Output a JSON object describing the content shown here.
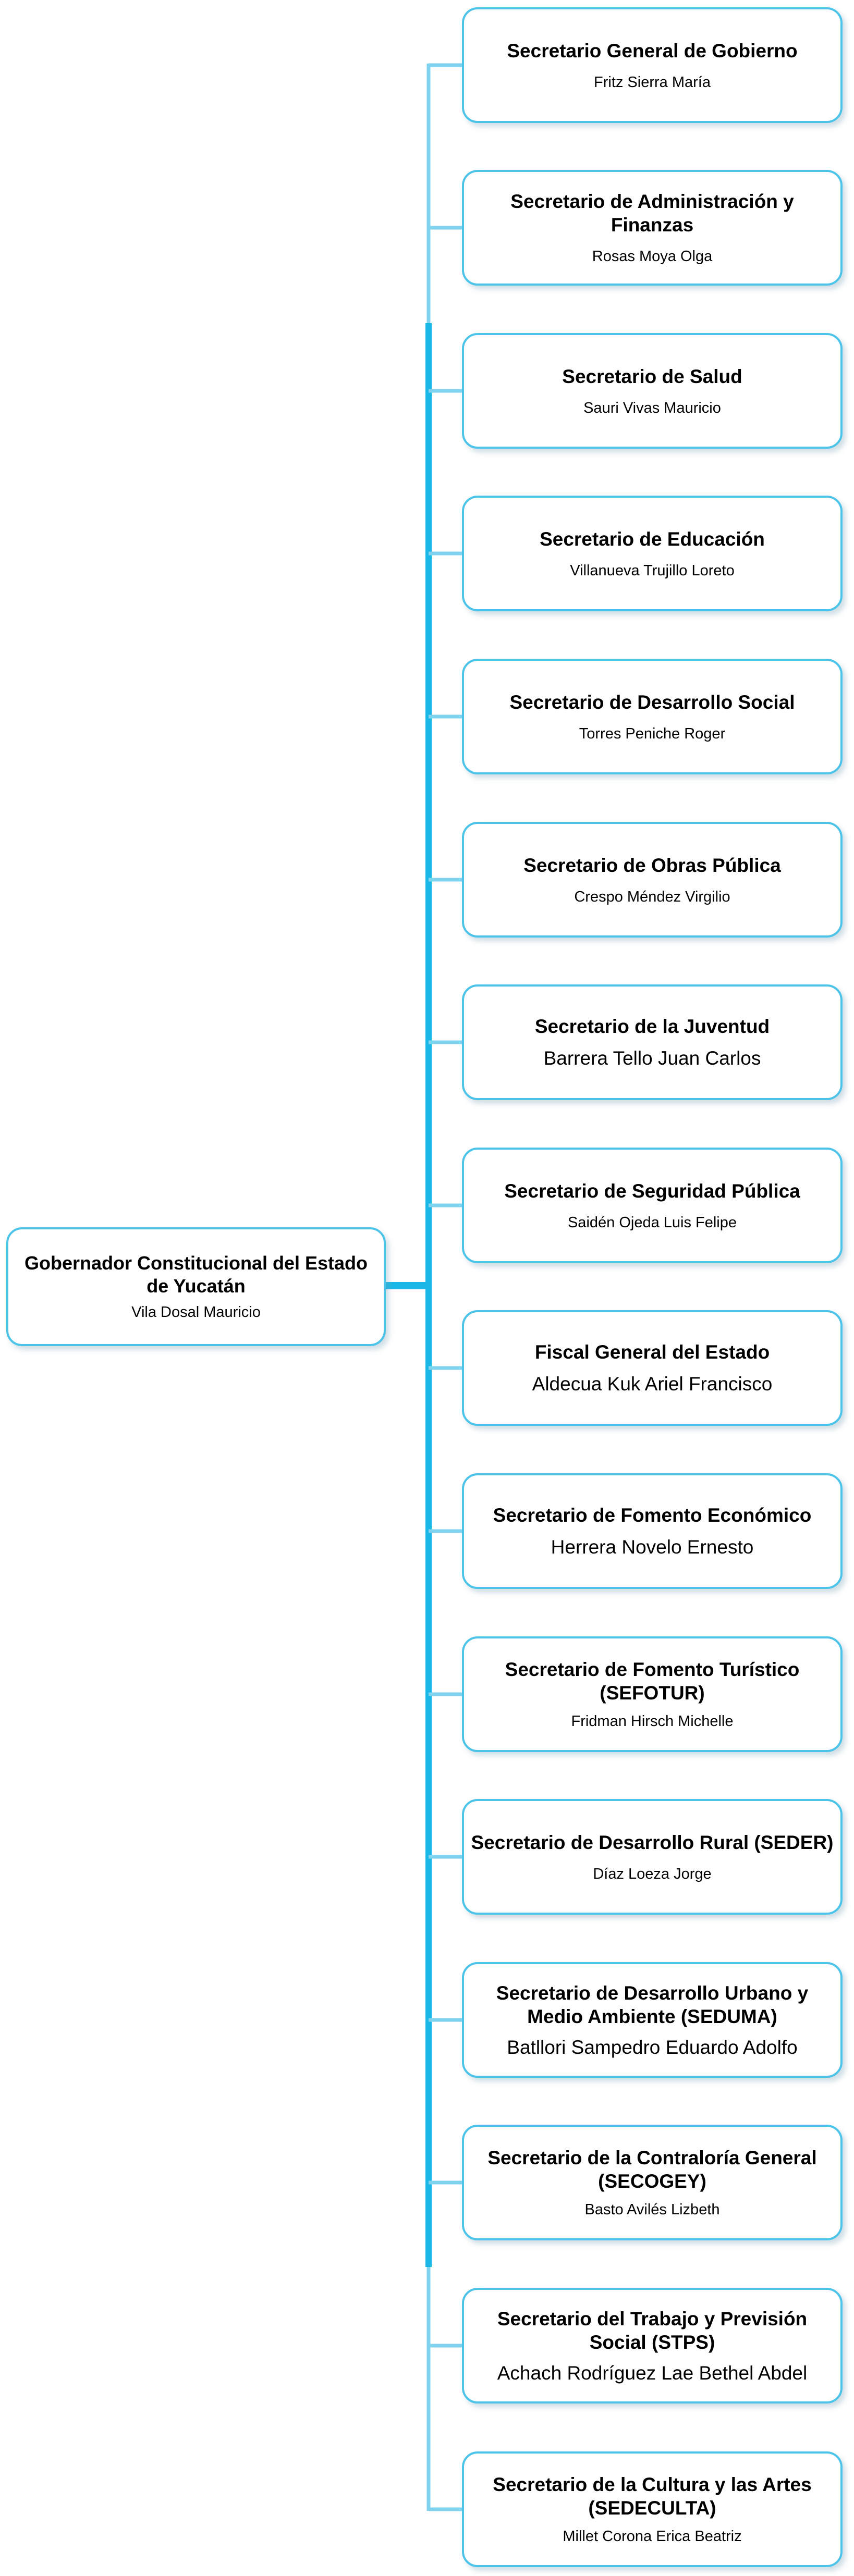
{
  "root": {
    "title": "Gobernador Constitucional del Estado de Yucatán",
    "name": "Vila Dosal Mauricio"
  },
  "children": [
    {
      "title": "Secretario General de Gobierno",
      "name": "Fritz Sierra María"
    },
    {
      "title": "Secretario de Administración y Finanzas",
      "name": "Rosas Moya Olga"
    },
    {
      "title": "Secretario de Salud",
      "name": "Sauri Vivas Mauricio"
    },
    {
      "title": "Secretario de Educación",
      "name": "Villanueva Trujillo Loreto"
    },
    {
      "title": "Secretario de Desarrollo Social",
      "name": "Torres Peniche Roger"
    },
    {
      "title": "Secretario de Obras Pública",
      "name": "Crespo Méndez Virgilio"
    },
    {
      "title": "Secretario de la Juventud",
      "name": "Barrera Tello Juan Carlos"
    },
    {
      "title": "Secretario de Seguridad Pública",
      "name": "Saidén Ojeda Luis Felipe"
    },
    {
      "title": "Fiscal General del Estado",
      "name": "Aldecua Kuk Ariel Francisco"
    },
    {
      "title": "Secretario de Fomento Económico",
      "name": "Herrera Novelo Ernesto"
    },
    {
      "title": "Secretario de Fomento Turístico (SEFOTUR)",
      "name": "Fridman Hirsch Michelle"
    },
    {
      "title": "Secretario de Desarrollo Rural (SEDER)",
      "name": "Díaz Loeza Jorge"
    },
    {
      "title": "Secretario de Desarrollo Urbano y Medio Ambiente (SEDUMA)",
      "name": "Batllori Sampedro Eduardo Adolfo"
    },
    {
      "title": "Secretario de la Contraloría General (SECOGEY)",
      "name": "Basto Avilés Lizbeth"
    },
    {
      "title": "Secretario del Trabajo y Previsión Social (STPS)",
      "name": "Achach Rodríguez Lae Bethel Abdel"
    },
    {
      "title": "Secretario de la Cultura y las Artes (SEDECULTA)",
      "name": "Millet Corona Erica Beatriz"
    }
  ],
  "colors": {
    "accent": "#1ab8e6",
    "connector": "#7fd3ef",
    "border": "#4cc3e8"
  }
}
